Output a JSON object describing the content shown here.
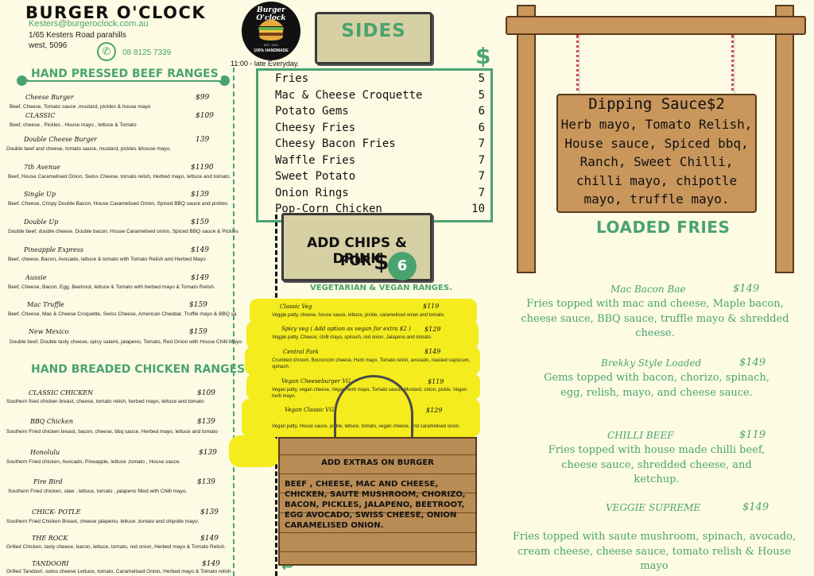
{
  "header": {
    "brand": "BURGER O'CLOCK",
    "email": "Kesters@burgeroclock.com.au",
    "address": "1/65 Kesters Road parahills\nwest, 5096",
    "phone": "08 8125 7339",
    "logo_top": "Burger O'clock",
    "logo_est": "EST. 2021",
    "logo_bottom": "100% HANDMADE",
    "hours": "11:00 - late Everyday."
  },
  "beef": {
    "title": "HAND PRESSED BEEF RANGES",
    "items": [
      {
        "name": "Cheese Burger",
        "price": "$99",
        "desc": "Beef, Cheese, Tomato sauce ,mustard, pickles & house mayo"
      },
      {
        "name": "CLASSIC",
        "price": "$109",
        "desc": "Beef, cheese , Pickles , House mayo , lettuce & Tomato"
      },
      {
        "name": "Double Cheese Burger",
        "price": "139",
        "desc": "Double beef and cheese, tomato sauce, mustard, pickles &house mayo."
      },
      {
        "name": "7th Avenue",
        "price": "$1190",
        "desc": "Beef, House Caramelised Onion, Swiss Cheese, tomato relish, Herbed mayo, lettuce and tomato."
      },
      {
        "name": "Single Up",
        "price": "$139",
        "desc": "Beef, Cheese, Crispy Double Bacon, House Caramelised Onion, Spiced  BBQ sauce and pickles"
      },
      {
        "name": "Double Up",
        "price": "$159",
        "desc": "Double beef, double cheese, Double bacon, House Caramelised onion, Spiced BBQ sauce & Pickles"
      },
      {
        "name": "Pineapple Express",
        "price": "$149",
        "desc": "Beef, cheese, Bacon, Avocado, lettuce & tomato with Tomato Relish and Herbed Mayo"
      },
      {
        "name": "Aussie",
        "price": "$149",
        "desc": "Beef, Cheese, Bacon, Egg, Beetroot, lettuce & Tomato with herbed mayo & Tomato Relish."
      },
      {
        "name": "Mac Truffle",
        "price": "$159",
        "desc": "Beef, Cheese, Mac & Cheese Croquette, Swiss Cheese, American Cheddar, Truffle mayo & BBQ sa"
      },
      {
        "name": "New Mexico",
        "price": "$159",
        "desc": "Double beef, Double tasty cheese, spicy salami, jalapeno, Tomato, Red Onion with House Chilli Mayo."
      }
    ]
  },
  "chicken": {
    "title": "HAND BREADED CHICKEN RANGES",
    "items": [
      {
        "name": "CLASSIC CHICKEN",
        "price": "$109",
        "desc": "Southern fried chicken breast, cheese, tomato relish, herbed mayo, lettuce and tomato"
      },
      {
        "name": "BBQ Chicken",
        "price": "$139",
        "desc": "Southern Fried chicken breast, bacon, cheese, bbq sauce, Herbed  mayo, lettuce and tomato"
      },
      {
        "name": "Honolulu",
        "price": "$139",
        "desc": "Southern Fried chicken, Avocado, Pineapple, lettuce ,tomato , House sauce."
      },
      {
        "name": "Fire Bird",
        "price": "$139",
        "desc": "Southern Fried chicken, slaw , lettuce, tomato , jalapeno filled with Chilli mayo."
      },
      {
        "name": "CHICK- POTLE",
        "price": "$139",
        "desc": "Southern Fried Chicken Breast, cheese jalapeno, lettuce ,tomato and chipotle mayo."
      },
      {
        "name": "THE ROCK",
        "price": "$149",
        "desc": "Grilled Chicken, tasty cheese, bacon, lettuce, tomato, red onion, Herbed mayo & Tomato Relish."
      },
      {
        "name": "TANDOORI",
        "price": "$149",
        "desc": "Grilled Tandoori, swiss cheese Lettuce, tomato, Caramelised Onion, Herbed mayo & Tomato relish"
      }
    ]
  },
  "sides": {
    "title": "SIDES",
    "currency": "$",
    "items": [
      {
        "name": "Fries",
        "price": "5"
      },
      {
        "name": "Mac & Cheese Croquette",
        "price": "5"
      },
      {
        "name": "Potato Gems",
        "price": "6"
      },
      {
        "name": "Cheesy Fries",
        "price": "6"
      },
      {
        "name": "Cheesy Bacon Fries",
        "price": "7"
      },
      {
        "name": "Waffle Fries",
        "price": "7"
      },
      {
        "name": "Sweet Potato",
        "price": "7"
      },
      {
        "name": "Onion Rings",
        "price": "7"
      },
      {
        "name": "Pop-Corn Chicken",
        "price": "10"
      }
    ]
  },
  "chips_drink": {
    "line1": "ADD CHIPS & DRINK",
    "line2": "FOR",
    "currency": "$",
    "amount": "6"
  },
  "veg": {
    "title": "VEGETARIAN & VEGAN RANGES.",
    "items": [
      {
        "name": "Classic Veg",
        "price": "$119",
        "desc": "Veggie patty, cheese, house sauce, lettuce, pickle, caramelised onion and tomato."
      },
      {
        "name": "Spicy veg  ( Add option as vegan for extra $2 )",
        "price": "$129",
        "desc": "Veggie patty, Cheese, chilli mayo, spinach, red onion, Jalapeno and tomato."
      },
      {
        "name": "Central Park",
        "price": "$149",
        "desc": "Crumbed shroom, Bocconcini cheese, Herb mayo, Tomato relish, avocado, roasted capsicum, spinach."
      },
      {
        "name": "Vegan Cheeseburger VG",
        "price": "$119",
        "desc": "Vegan patty, vegan cheese, Vegan herb mayo, Tomato sauce, Mustard, onion, pickle, Vegan herb mayo."
      },
      {
        "name": "Vegan Classic VG",
        "price": "$129",
        "desc": "Vegan patty, House sauce, pickle, lettuce, tomato, vegan cheese, and caramelised onion."
      }
    ]
  },
  "extras": {
    "title": "ADD EXTRAS ON BURGER",
    "body": "BEEF , CHEESE, MAC AND CHEESE, CHICKEN, SAUTE MUSHROOM, CHORIZO, BACON, PICKLES, JALAPENO, BEETROOT, EGG AVOCADO, SWISS CHEESE, ONION CARAMELISED ONION."
  },
  "dipping": {
    "title": "Dipping Sauce$2",
    "body": "Herb mayo, Tomato Relish, House sauce, Spiced bbq, Ranch, Sweet Chilli, chilli mayo, chipotle mayo, truffle mayo."
  },
  "loaded": {
    "title": "LOADED FRIES",
    "items": [
      {
        "name": "Mac Bacon Bae",
        "price": "$149",
        "desc": "Fries topped with mac and cheese, Maple bacon, cheese sauce, BBQ sauce, truffle mayo & shredded cheese."
      },
      {
        "name": "Brekky Style Loaded",
        "price": "$149",
        "desc": "Gems topped with bacon, chorizo, spinach, egg, relish, mayo, and cheese sauce."
      },
      {
        "name": "CHILLI BEEF",
        "price": "$119",
        "desc": "Fries topped with house made chilli beef, cheese sauce, shredded cheese, and ketchup."
      },
      {
        "name": "VEGGIE SUPREME",
        "price": "$149",
        "desc": "Fries topped with saute mushroom, spinach, avocado, cream cheese, cheese sauce, tomato relish & House mayo"
      }
    ]
  },
  "colors": {
    "accent": "#4aa36f",
    "background": "#fdfbe3",
    "highlight": "#f4ec1d",
    "wood": "#c9965c"
  }
}
